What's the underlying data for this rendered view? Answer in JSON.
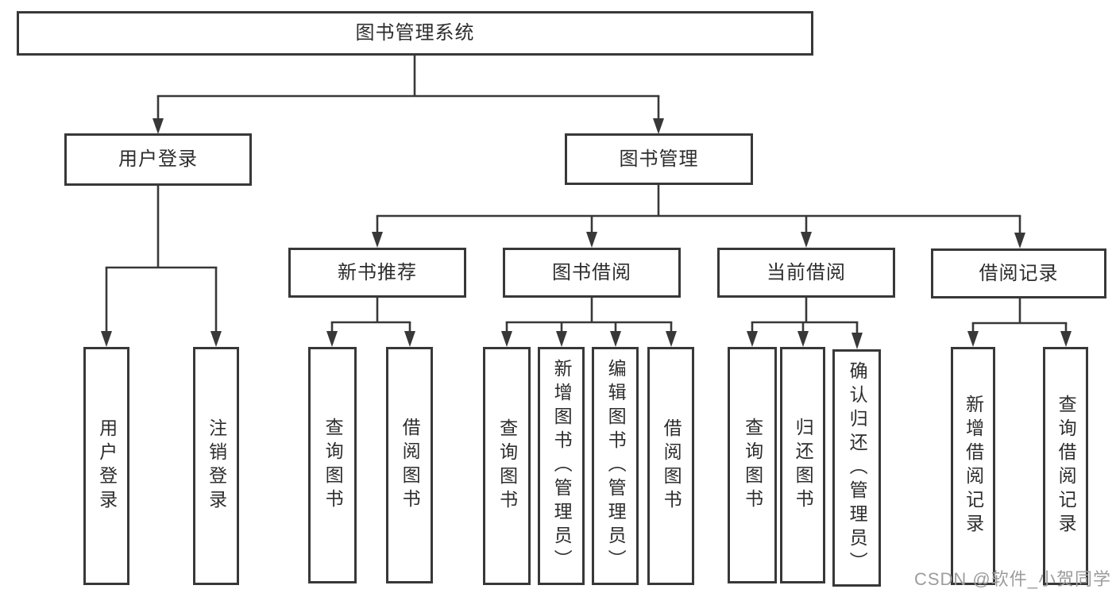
{
  "nodes": {
    "root": "图书管理系统",
    "user_login": "用户登录",
    "book_mgmt": "图书管理",
    "new_rec": "新书推荐",
    "borrow": "图书借阅",
    "current": "当前借阅",
    "records": "借阅记录"
  },
  "leaves": {
    "login": [
      "用户登录",
      "注销登录"
    ],
    "new_rec": [
      "查询图书",
      "借阅图书"
    ],
    "borrow": [
      "查询图书",
      "新增图书（管理员）",
      "编辑图书（管理员）",
      "借阅图书"
    ],
    "current": [
      "查询图书",
      "归还图书",
      "确认归还（管理员）"
    ],
    "records": [
      "新增借阅记录",
      "查询借阅记录"
    ]
  },
  "watermark": "CSDN @软件_小贺同学",
  "colors": {
    "line": "#383838",
    "text": "#2d2d2d",
    "watermark": "#9c9c9c",
    "background": "#ffffff"
  }
}
